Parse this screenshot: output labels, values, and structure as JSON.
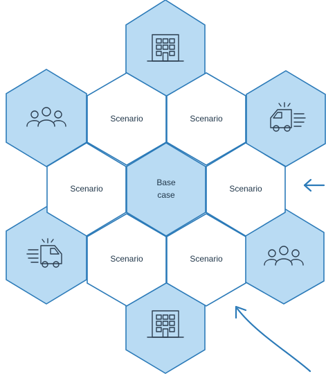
{
  "scenario_label": "Scenario",
  "base_case_line1": "Base",
  "base_case_line2": "case",
  "colors": {
    "accent": "#2b7ab8",
    "fill_blue": "#b9dbf3",
    "icon_stroke": "#2c3e50"
  },
  "icons": [
    "building-icon",
    "people-icon",
    "ambulance-icon"
  ]
}
